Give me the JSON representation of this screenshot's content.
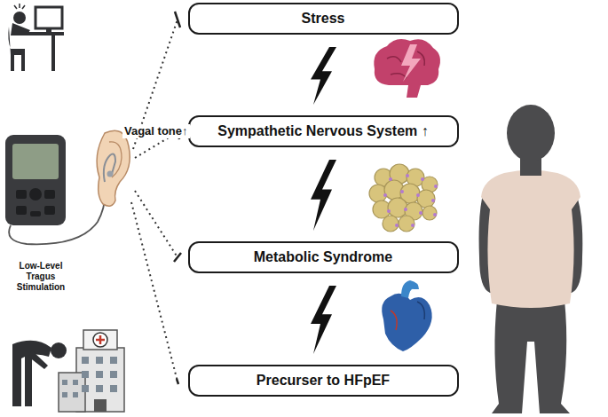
{
  "diagram": {
    "nodes": [
      {
        "text": [
          "Stress"
        ]
      },
      {
        "text": [
          "Sympathetic Nervous System ↑"
        ]
      },
      {
        "text": [
          "Metabolic Syndrome"
        ]
      },
      {
        "text": [
          "Precurser to HFpEF"
        ]
      }
    ],
    "edges": [
      {
        "from": 0,
        "to": 1,
        "arrow": "none"
      },
      {
        "from": 1,
        "to": 2,
        "arrow": "none"
      },
      {
        "from": 2,
        "to": 3,
        "arrow": "none"
      }
    ],
    "labels": [
      "Vagal tone↑",
      "Low-Level Tragus Stimulation"
    ]
  }
}
